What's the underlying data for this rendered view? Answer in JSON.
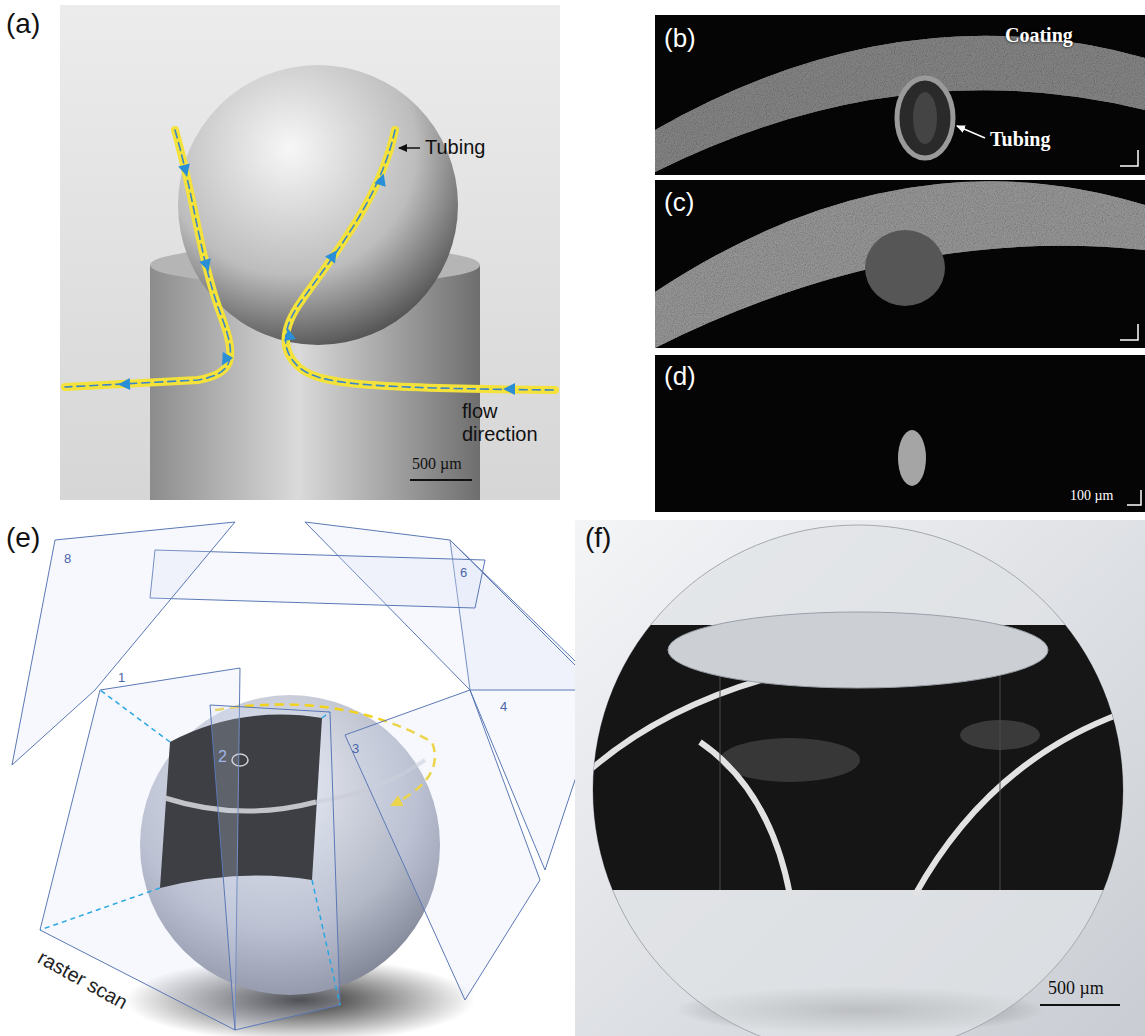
{
  "diagram": {
    "labels": [
      "(a)",
      "Tubing",
      "flow direction",
      "500 µm",
      "(b)",
      "Coating",
      "Tubing",
      "(c)",
      "(d)",
      "100 µm",
      "(e)",
      "8",
      "1",
      "2",
      "3",
      "4",
      "6",
      "raster scan",
      "(f)",
      "500 µm"
    ]
  }
}
